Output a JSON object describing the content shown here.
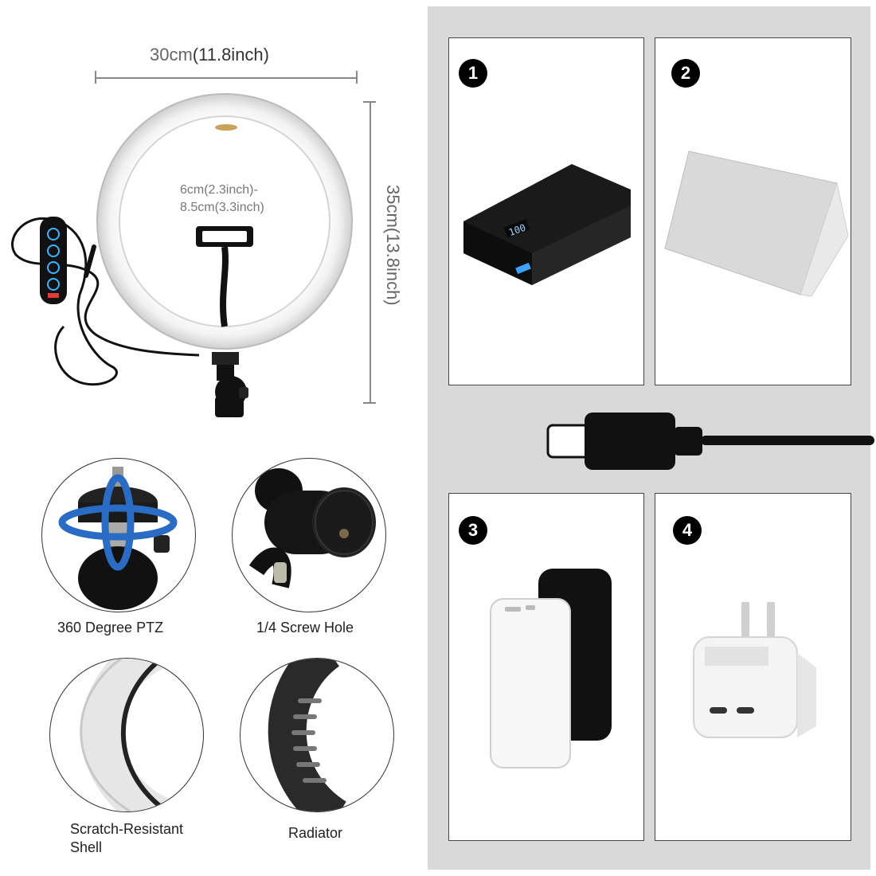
{
  "dimensions": {
    "width_label": "30cm",
    "width_label_inch": "(11.8inch)",
    "height_label": "35cm",
    "height_label_inch": "(13.8inch)",
    "clamp_label_line1": "6cm(2.3inch)-",
    "clamp_label_line2": "8.5cm(3.3inch)"
  },
  "features": [
    {
      "caption": "360 Degree PTZ"
    },
    {
      "caption": "1/4 Screw Hole"
    },
    {
      "caption_line1": "Scratch-Resistant",
      "caption_line2": "Shell"
    },
    {
      "caption": "Radiator"
    }
  ],
  "power_sources": [
    {
      "badge": "1"
    },
    {
      "badge": "2"
    },
    {
      "badge": "3"
    },
    {
      "badge": "4"
    }
  ],
  "power_bank_display": "100",
  "colors": {
    "panel_gray": "#d9d9d9",
    "badge_black": "#000000",
    "dimension_gray": "#888888"
  }
}
